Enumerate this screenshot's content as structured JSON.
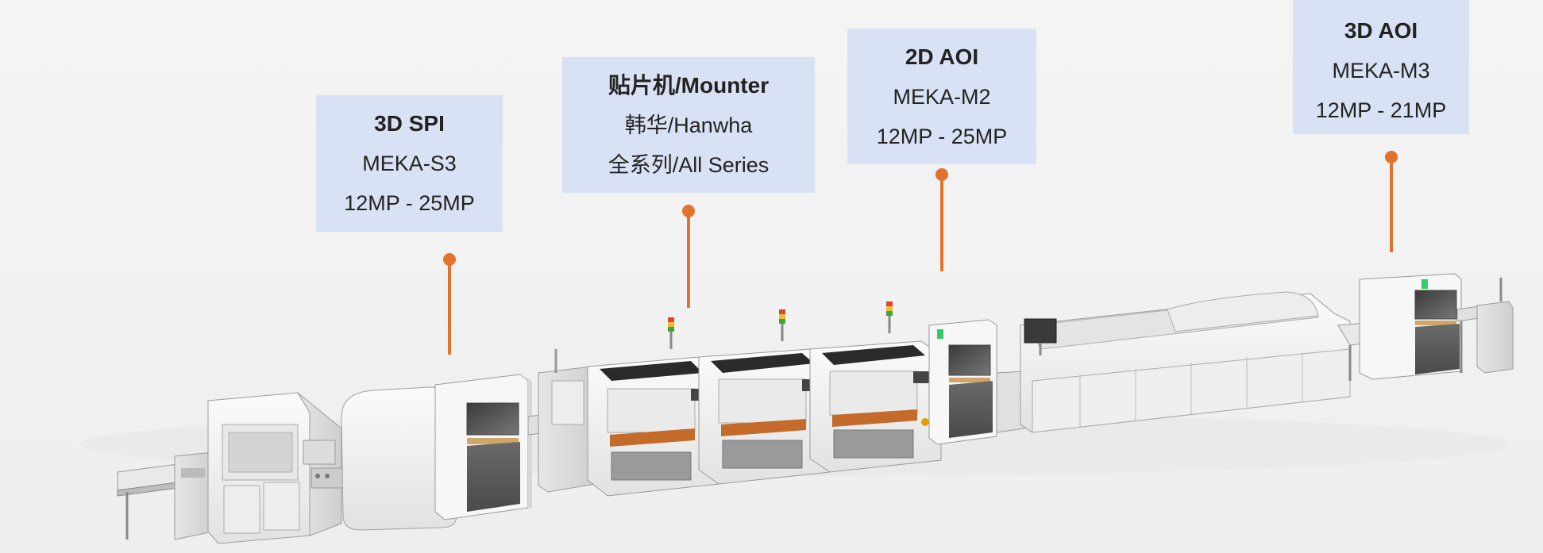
{
  "callouts": [
    {
      "title": "3D SPI",
      "line2": "MEKA-S3",
      "line3": "12MP - 25MP"
    },
    {
      "title": "贴片机/Mounter",
      "line2": "韩华/Hanwha",
      "line3": "全系列/All Series"
    },
    {
      "title": "2D AOI",
      "line2": "MEKA-M2",
      "line3": "12MP - 25MP"
    },
    {
      "title": "3D AOI",
      "line2": "MEKA-M3",
      "line3": "12MP - 21MP"
    }
  ],
  "colors": {
    "callout_bg": "#d9e2f4",
    "pointer": "#e0742f",
    "machine_body": "#f4f4f4",
    "machine_dark": "#555555"
  }
}
